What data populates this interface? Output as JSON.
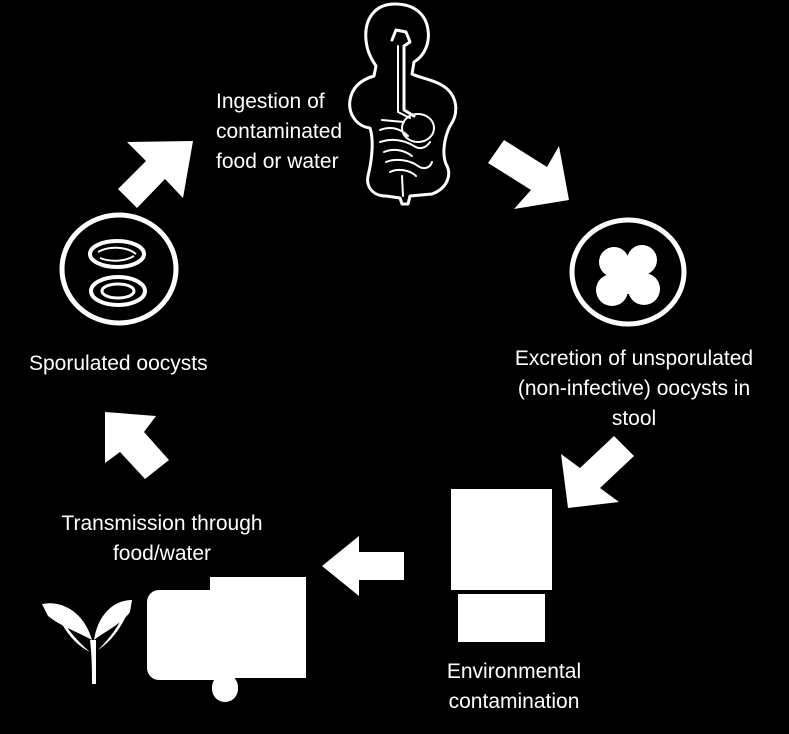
{
  "colors": {
    "background": "#000000",
    "foreground": "#ffffff"
  },
  "steps": {
    "ingestion": {
      "lines": [
        "Ingestion of",
        "contaminated",
        "food or water"
      ],
      "icon": "human-digestive-system-icon"
    },
    "excretion": {
      "lines": [
        "Excretion of unsporulated",
        "(non-infective) oocysts in",
        "stool"
      ],
      "icon": "unsporulated-oocyst-icon"
    },
    "environment": {
      "lines": [
        "Environmental",
        "contamination"
      ],
      "icon": "toilet-icon"
    },
    "transmission": {
      "lines": [
        "Transmission through",
        "food/water"
      ],
      "icon": "produce-and-water-icon"
    },
    "sporulated": {
      "lines": [
        "Sporulated oocysts"
      ],
      "icon": "sporulated-oocyst-icon"
    }
  }
}
